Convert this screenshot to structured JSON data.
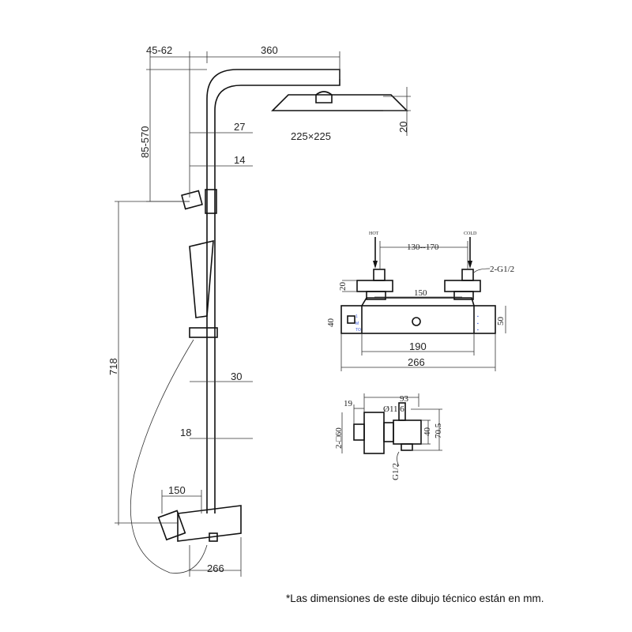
{
  "main_view": {
    "dims": {
      "offset": "45-62",
      "arm_length": "360",
      "height_adjust": "85-570",
      "pipe_top": "27",
      "pipe_mid": "14",
      "head_size": "225×225",
      "head_thickness": "20",
      "slide_height": "718",
      "pipe_lower": "30",
      "pipe_bottom": "18",
      "valve_center": "150",
      "valve_width": "266"
    }
  },
  "front_view": {
    "hot_label": "HOT",
    "cold_label": "COLD",
    "inlet_spacing": "130--170",
    "thread": "2-G1/2",
    "nut_height": "20",
    "centers": "150",
    "end_square": "40",
    "body_height": "50",
    "inner_width": "190",
    "total_width": "266"
  },
  "side_view": {
    "depth": "93",
    "nut_depth": "19",
    "diameter": "Ø11.6",
    "square": "2-□60",
    "body_height": "40",
    "total_height": "70.5",
    "thread": "G1/2"
  },
  "footnote": "*Las dimensiones de este dibujo técnico están en mm."
}
